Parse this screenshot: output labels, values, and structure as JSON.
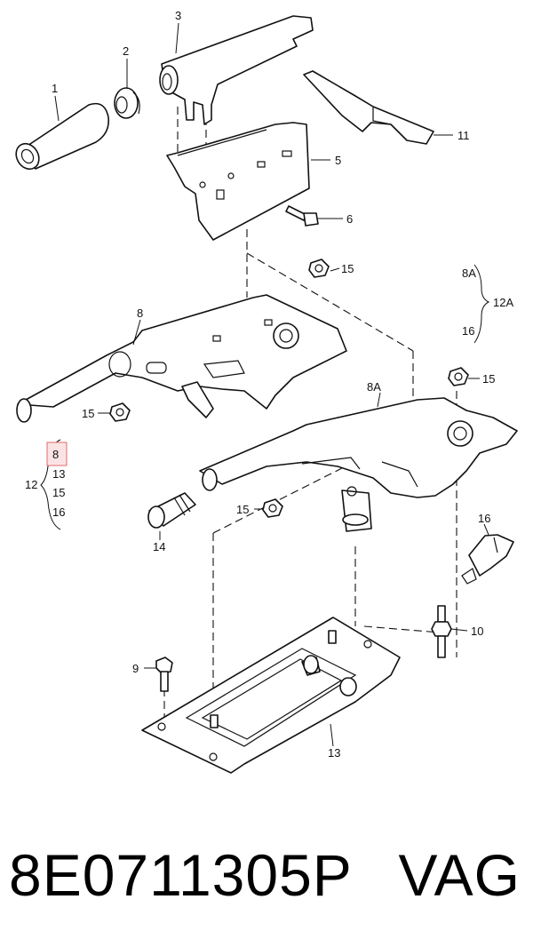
{
  "callouts": {
    "p1": "1",
    "p2": "2",
    "p3": "3",
    "p5": "5",
    "p6": "6",
    "p8": "8",
    "p8a": "8A",
    "p8a_legend": "8A",
    "p9": "9",
    "p10": "10",
    "p11": "11",
    "p12": "12",
    "p12a": "12A",
    "p13_list": "13",
    "p13": "13",
    "p14": "14",
    "p15_a": "15",
    "p15_b": "15",
    "p15_c": "15",
    "p15_d": "15",
    "p15_list": "15",
    "p16_legend": "16",
    "p16_list": "16",
    "p16": "16",
    "p8_list": "8"
  },
  "highlight_color": "#e06b6b",
  "caption": {
    "part_number": "8E0711305P",
    "brand": "VAG"
  }
}
